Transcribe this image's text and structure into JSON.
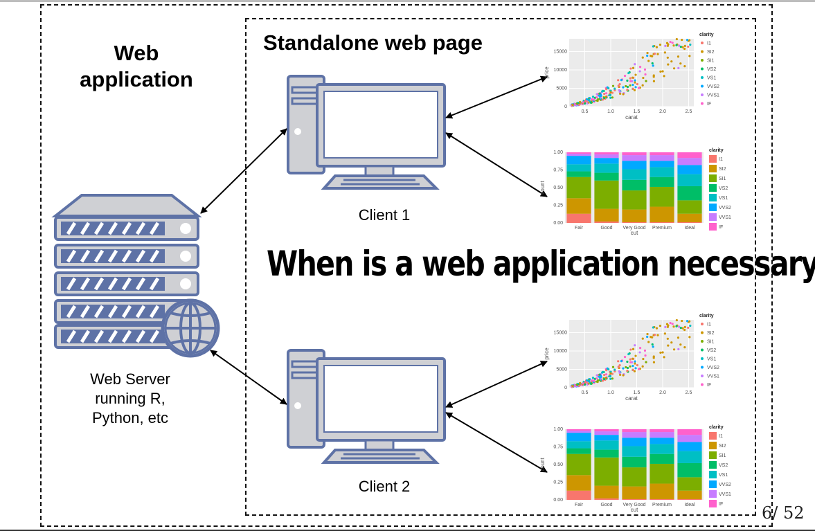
{
  "labels": {
    "web_application": "Web application",
    "standalone": "Standalone web page",
    "client1": "Client 1",
    "client2": "Client 2",
    "server": "Web Server running R, Python, etc",
    "question": "When is a web application necessary?",
    "page_number": "6/ 52"
  },
  "icons": [
    "server-icon",
    "globe-icon",
    "computer-icon"
  ],
  "colors": {
    "icon_fill": "#cfd0d4",
    "icon_stroke": "#5e72a6",
    "panel_bg": "#ebebeb"
  },
  "chart_data": [
    {
      "type": "scatter",
      "xlabel": "carat",
      "ylabel": "price",
      "x_ticks": [
        "0.5",
        "1.0",
        "1.5",
        "2.0",
        "2.5"
      ],
      "y_ticks": [
        "0",
        "5000",
        "10000",
        "15000"
      ],
      "xlim": [
        0.2,
        2.6
      ],
      "ylim": [
        0,
        18500
      ],
      "legend_title": "clarity",
      "legend": [
        "I1",
        "SI2",
        "SI1",
        "VS2",
        "VS1",
        "VVS2",
        "VVS1",
        "IF"
      ],
      "legend_colors": [
        "#f8766d",
        "#cd9600",
        "#7cae00",
        "#00be67",
        "#00bfc4",
        "#00a9ff",
        "#c77cff",
        "#ff61cc"
      ],
      "grid": true,
      "legend_position": "right"
    },
    {
      "type": "bar",
      "stacked": "fill",
      "xlabel": "cut",
      "ylabel": "count",
      "categories": [
        "Fair",
        "Good",
        "Very Good",
        "Premium",
        "Ideal"
      ],
      "y_ticks": [
        "0.00",
        "0.25",
        "0.50",
        "0.75",
        "1.00"
      ],
      "ylim": [
        0,
        1
      ],
      "legend_title": "clarity",
      "legend_position": "right",
      "series": [
        {
          "name": "I1",
          "values": [
            0.13,
            0.02,
            0.01,
            0.01,
            0.01
          ]
        },
        {
          "name": "SI2",
          "values": [
            0.22,
            0.18,
            0.18,
            0.22,
            0.12
          ]
        },
        {
          "name": "SI1",
          "values": [
            0.3,
            0.4,
            0.27,
            0.28,
            0.19
          ]
        },
        {
          "name": "VS2",
          "values": [
            0.08,
            0.11,
            0.15,
            0.14,
            0.2
          ]
        },
        {
          "name": "VS1",
          "values": [
            0.1,
            0.13,
            0.15,
            0.14,
            0.17
          ]
        },
        {
          "name": "VVS2",
          "values": [
            0.12,
            0.08,
            0.12,
            0.09,
            0.13
          ]
        },
        {
          "name": "VVS1",
          "values": [
            0.03,
            0.05,
            0.08,
            0.08,
            0.1
          ]
        },
        {
          "name": "IF",
          "values": [
            0.02,
            0.03,
            0.04,
            0.04,
            0.08
          ]
        }
      ]
    }
  ]
}
